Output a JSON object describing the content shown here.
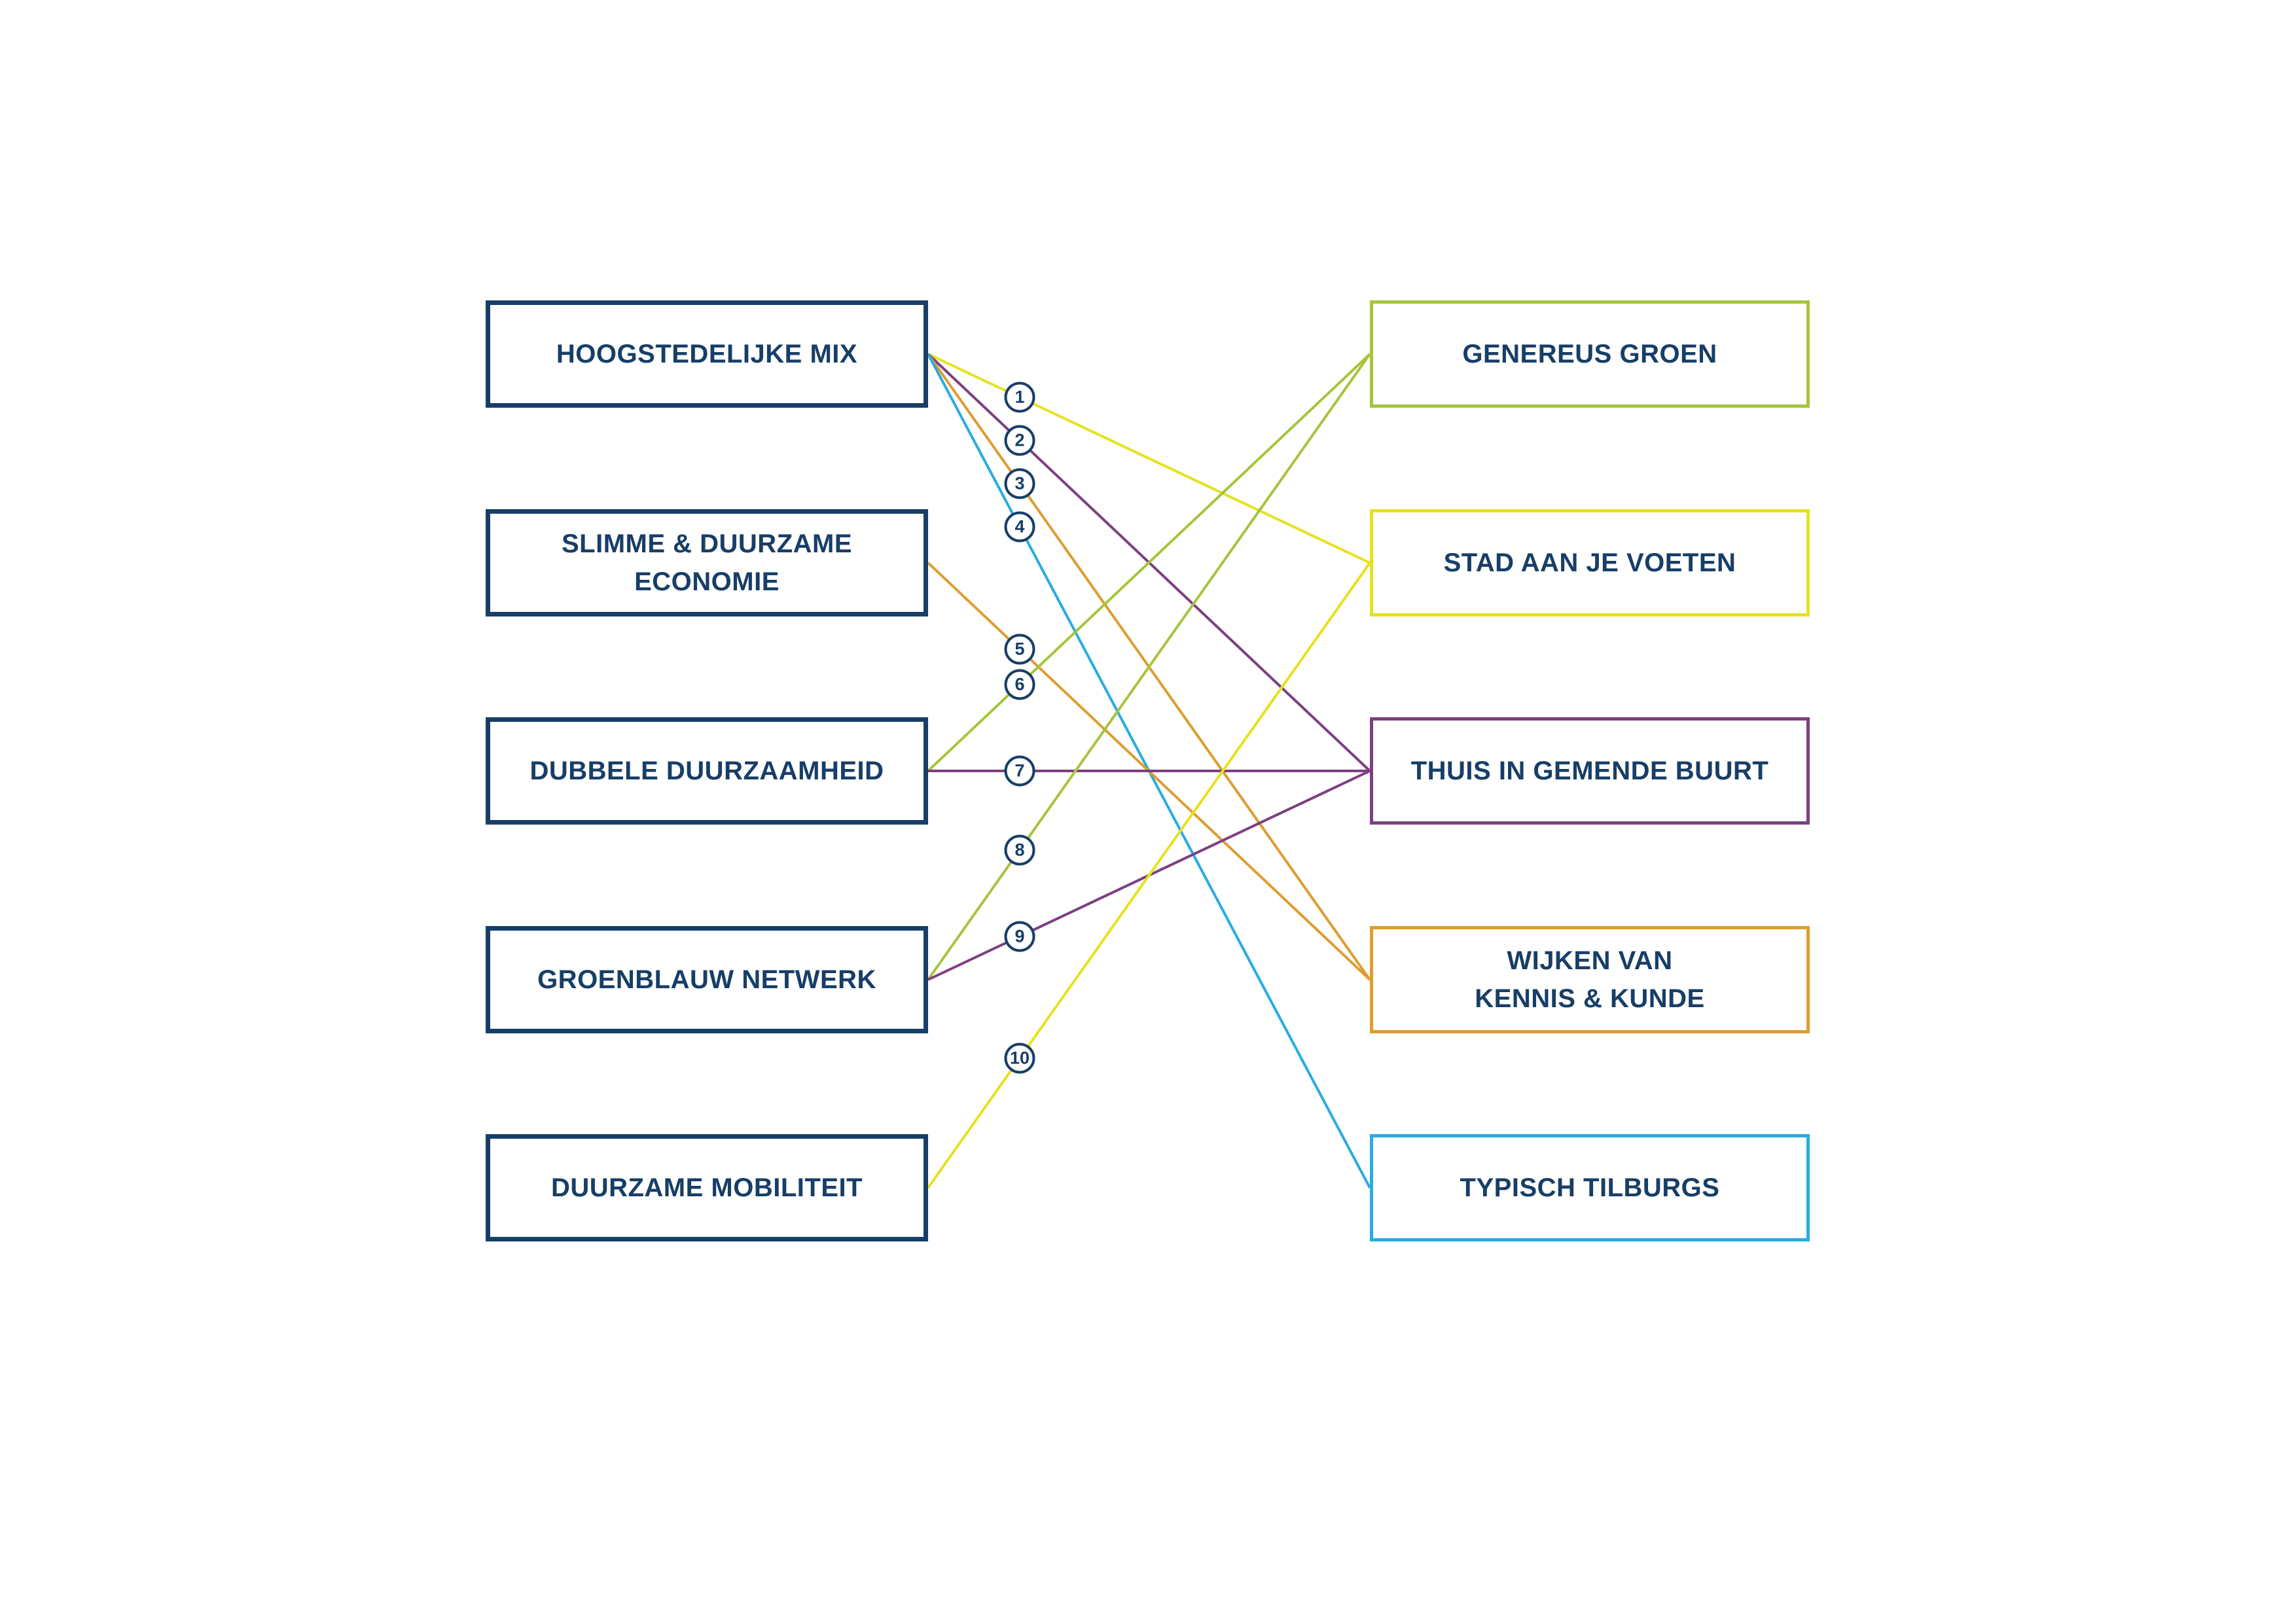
{
  "diagram": {
    "navy": "#173e67",
    "left_nodes": [
      {
        "id": "hoogstedelijke-mix",
        "label": "HOOGSTEDELIJKE MIX"
      },
      {
        "id": "slimme-duurzame-economie",
        "label": "SLIMME & DUURZAME\nECONOMIE"
      },
      {
        "id": "dubbele-duurzaamheid",
        "label": "DUBBELE DUURZAAMHEID"
      },
      {
        "id": "groenblauw-netwerk",
        "label": "GROENBLAUW NETWERK"
      },
      {
        "id": "duurzame-mobiliteit",
        "label": "DUURZAME MOBILITEIT"
      }
    ],
    "right_nodes": [
      {
        "id": "genereus-groen",
        "label": "GENEREUS GROEN",
        "color": "#a5c53c"
      },
      {
        "id": "stad-aan-je-voeten",
        "label": "STAD AAN JE VOETEN",
        "color": "#e6e21f"
      },
      {
        "id": "thuis-in-gemende-buurt",
        "label": "THUIS IN GEMENDE BUURT",
        "color": "#7d3f81"
      },
      {
        "id": "wijken-van-kennis-kunde",
        "label": "WIJKEN VAN\nKENNIS & KUNDE",
        "color": "#df9d30"
      },
      {
        "id": "typisch-tilburgs",
        "label": "TYPISCH TILBURGS",
        "color": "#29abe2"
      }
    ],
    "links": [
      {
        "num": "1",
        "from": "hoogstedelijke-mix",
        "to": "stad-aan-je-voeten",
        "color": "#e6e21f"
      },
      {
        "num": "2",
        "from": "hoogstedelijke-mix",
        "to": "thuis-in-gemende-buurt",
        "color": "#7d3f81"
      },
      {
        "num": "3",
        "from": "hoogstedelijke-mix",
        "to": "wijken-van-kennis-kunde",
        "color": "#df9d30"
      },
      {
        "num": "4",
        "from": "hoogstedelijke-mix",
        "to": "typisch-tilburgs",
        "color": "#29abe2"
      },
      {
        "num": "5",
        "from": "slimme-duurzame-economie",
        "to": "wijken-van-kennis-kunde",
        "color": "#df9d30"
      },
      {
        "num": "6",
        "from": "dubbele-duurzaamheid",
        "to": "genereus-groen",
        "color": "#a5c53c"
      },
      {
        "num": "7",
        "from": "dubbele-duurzaamheid",
        "to": "thuis-in-gemende-buurt",
        "color": "#7d3f81"
      },
      {
        "num": "8",
        "from": "groenblauw-netwerk",
        "to": "genereus-groen",
        "color": "#a5c53c"
      },
      {
        "num": "9",
        "from": "groenblauw-netwerk",
        "to": "thuis-in-gemende-buurt",
        "color": "#7d3f81"
      },
      {
        "num": "10",
        "from": "duurzame-mobiliteit",
        "to": "stad-aan-je-voeten",
        "color": "#e6e21f"
      }
    ]
  }
}
